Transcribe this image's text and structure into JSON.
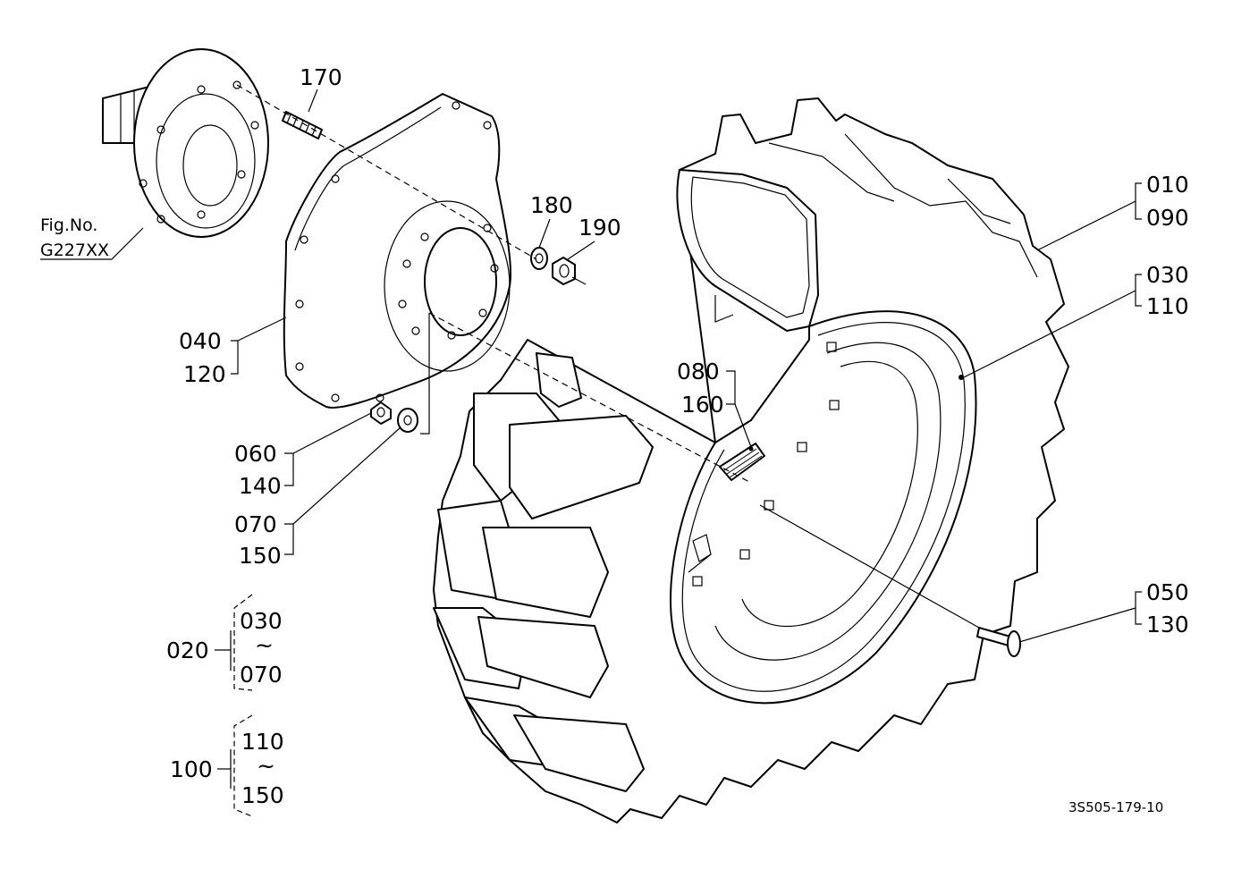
{
  "figure_ref": {
    "line1": "Fig.No.",
    "line2": "G227XX"
  },
  "callouts": {
    "c170": "170",
    "c180": "180",
    "c190": "190",
    "c010": "010",
    "c090": "090",
    "c030": "030",
    "c110": "110",
    "c040": "040",
    "c120": "120",
    "c080": "080",
    "c160": "160",
    "c060": "060",
    "c140": "140",
    "c070": "070",
    "c150": "150",
    "c050": "050",
    "c130": "130"
  },
  "groups": [
    {
      "parent": "020",
      "from": "030",
      "tilde": "~",
      "to": "070"
    },
    {
      "parent": "100",
      "from": "110",
      "tilde": "~",
      "to": "150"
    }
  ],
  "drawing_number": "3S505-179-10"
}
